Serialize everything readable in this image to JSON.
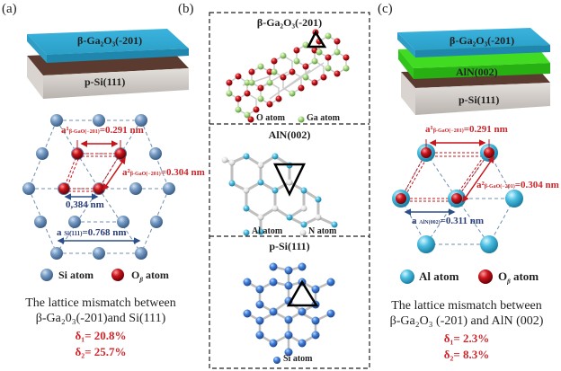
{
  "panels": {
    "a": {
      "label": "(a)",
      "stack": {
        "top_layer": "β-Ga₂O₃(-201)",
        "bottom_layer": "p-Si(111)"
      },
      "lattice": {
        "a1_label": "a¹",
        "a1_sub": "β-GaO(−201)",
        "a1_value": "=0.291 nm",
        "a2_label": "a²",
        "a2_sub": "β-GaO(−201)",
        "a2_value": "=0.304 nm",
        "spacing_label": "0,384 nm",
        "asi_label": "a",
        "asi_sub": "Si(111)",
        "asi_value": "=0.768 nm"
      },
      "legend": {
        "atom1": "Si atom",
        "atom2": "O",
        "atom2_sub": "β",
        "atom2_suffix": " atom"
      },
      "caption_line1": "The lattice mismatch between",
      "caption_line2": "β-Ga₂0₃(-201)and Si(111)",
      "delta1": "δ₁= 20.8%",
      "delta2": "δ₂= 25.7%"
    },
    "b": {
      "label": "(b)",
      "sections": [
        {
          "title": "β-Ga₂O₃(-201)",
          "legend": [
            "O atom",
            "Ga atom"
          ]
        },
        {
          "title": "AlN(002)",
          "legend": [
            "Al atom",
            "N atom"
          ]
        },
        {
          "title": "p-Si(111)",
          "legend": [
            "Si atom"
          ]
        }
      ]
    },
    "c": {
      "label": "(c)",
      "stack": {
        "top_layer": "β-Ga₂O₃(-201)",
        "middle_layer": "AlN(002)",
        "bottom_layer": "p-Si(111)"
      },
      "lattice": {
        "a1_label": "a¹",
        "a1_sub": "β-GaO(−201)",
        "a1_value": "=0.291 nm",
        "a2_label": "a²",
        "a2_sub": "β-GaO(−201)",
        "a2_value": "=0.304 nm",
        "aaln_label": "a",
        "aaln_sub": "AlN(002)",
        "aaln_value": "=0.311 nm"
      },
      "legend": {
        "atom1": "Al atom",
        "atom2": "O",
        "atom2_sub": "β",
        "atom2_suffix": " atom"
      },
      "caption_line1": "The lattice mismatch between",
      "caption_line2": "β-Ga₂O₃ (-201) and AlN (002)",
      "delta1": "δ₁= 2.3%",
      "delta2": "δ₂= 8.3%"
    }
  },
  "colors": {
    "ga2o3_layer": "#3fb0d6",
    "si_layer": "#c9c4bf",
    "aln_layer": "#3fd82a",
    "si_atom": "#6e93bd",
    "al_atom": "#45b9dc",
    "o_atom": "#c0141a",
    "ga_atom": "#9fd27a",
    "red_text": "#d0262b",
    "blue_text": "#2b3f7a"
  }
}
